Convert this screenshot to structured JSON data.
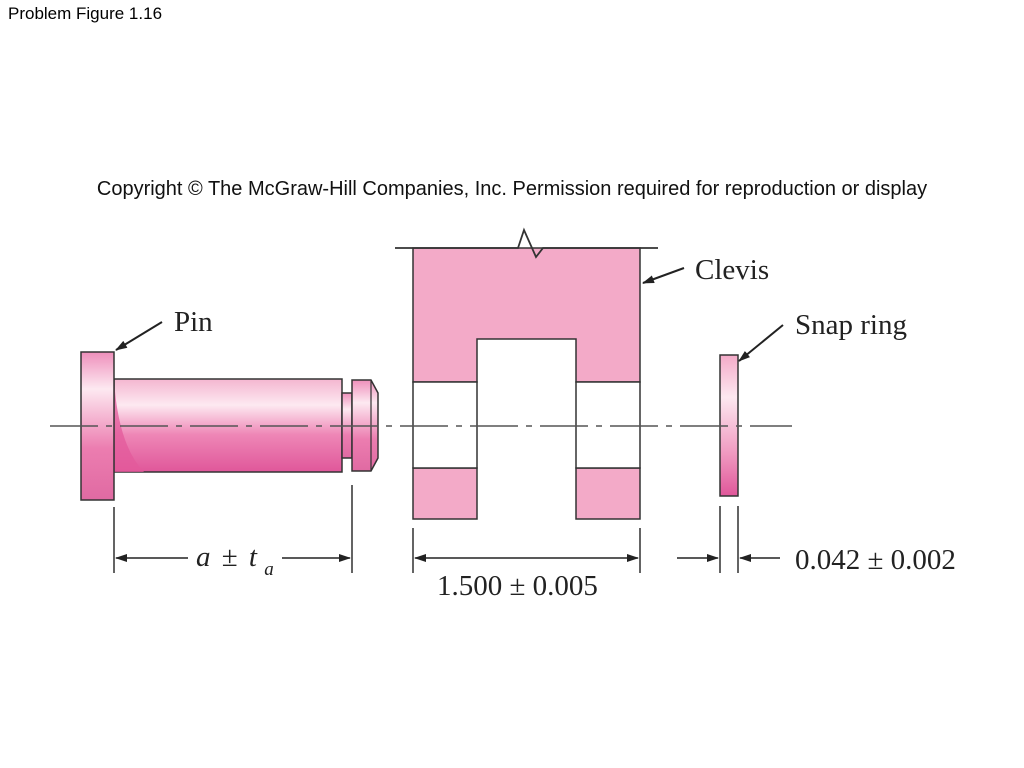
{
  "slide": {
    "title": "Problem Figure 1.16"
  },
  "copyright": "Copyright © The McGraw-Hill Companies, Inc. Permission required for reproduction or display",
  "labels": {
    "pin": "Pin",
    "clevis": "Clevis",
    "snap_ring": "Snap ring"
  },
  "dimensions": {
    "pin_length_var": "a",
    "pin_length_pm": "±",
    "pin_length_tol": "t",
    "pin_length_tol_sub": "a",
    "clevis_width": "1.500 ± 0.005",
    "ring_thickness": "0.042 ± 0.002"
  },
  "colors": {
    "part_fill": "#f3aac8",
    "part_dark": "#e0579a",
    "outline": "#333333"
  }
}
